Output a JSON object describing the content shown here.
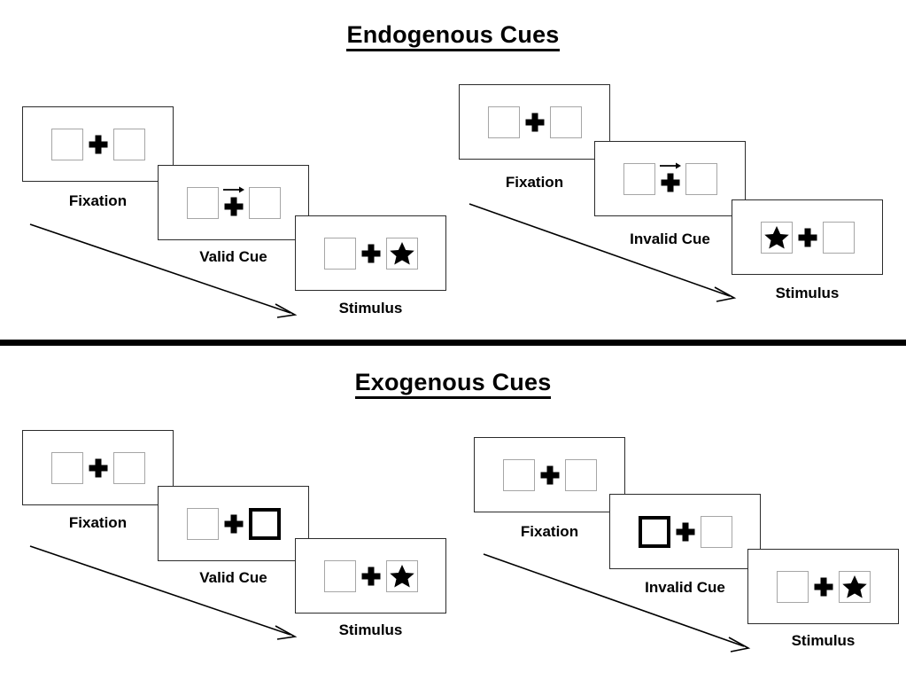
{
  "sections": [
    {
      "id": "endogenous",
      "title": "Endogenous Cues",
      "groups": [
        {
          "id": "endogenous-valid",
          "panels": [
            {
              "caption": "Fixation",
              "cue_type": "none",
              "cue_side": null,
              "target_side": null,
              "arrow": false
            },
            {
              "caption": "Valid Cue",
              "cue_type": "arrow",
              "cue_side": "right",
              "target_side": null,
              "arrow": true
            },
            {
              "caption": "Stimulus",
              "cue_type": "none",
              "cue_side": null,
              "target_side": "right",
              "arrow": false
            }
          ]
        },
        {
          "id": "endogenous-invalid",
          "panels": [
            {
              "caption": "Fixation",
              "cue_type": "none",
              "cue_side": null,
              "target_side": null,
              "arrow": false
            },
            {
              "caption": "Invalid Cue",
              "cue_type": "arrow",
              "cue_side": "right",
              "target_side": null,
              "arrow": true
            },
            {
              "caption": "Stimulus",
              "cue_type": "none",
              "cue_side": null,
              "target_side": "left",
              "arrow": false
            }
          ]
        }
      ]
    },
    {
      "id": "exogenous",
      "title": "Exogenous Cues",
      "groups": [
        {
          "id": "exogenous-valid",
          "panels": [
            {
              "caption": "Fixation",
              "cue_type": "none",
              "cue_side": null,
              "target_side": null,
              "arrow": false
            },
            {
              "caption": "Valid Cue",
              "cue_type": "highlight",
              "cue_side": "right",
              "target_side": null,
              "arrow": false
            },
            {
              "caption": "Stimulus",
              "cue_type": "none",
              "cue_side": null,
              "target_side": "right",
              "arrow": false
            }
          ]
        },
        {
          "id": "exogenous-invalid",
          "panels": [
            {
              "caption": "Fixation",
              "cue_type": "none",
              "cue_side": null,
              "target_side": null,
              "arrow": false
            },
            {
              "caption": "Invalid Cue",
              "cue_type": "highlight",
              "cue_side": "left",
              "target_side": null,
              "arrow": false
            },
            {
              "caption": "Stimulus",
              "cue_type": "none",
              "cue_side": null,
              "target_side": "right",
              "arrow": false
            }
          ]
        }
      ]
    }
  ],
  "colors": {
    "background": "#ffffff",
    "panel_border": "#2b2b2b",
    "box_border": "#a6a6a6",
    "cued_box_border": "#000000",
    "ink": "#000000",
    "divider": "#000000"
  },
  "icons": {
    "fixation_cross": "plus-cross-icon",
    "target": "star-icon",
    "endogenous_cue": "right-arrow-icon",
    "exogenous_cue": "thick-box-highlight-icon",
    "timeline": "time-arrow-icon"
  }
}
